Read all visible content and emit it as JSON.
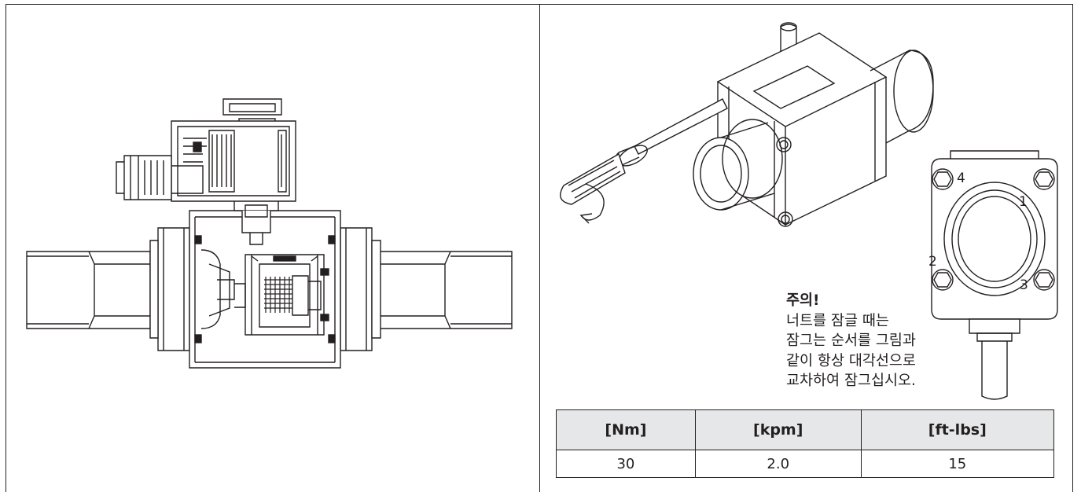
{
  "caution": {
    "title": "주의!",
    "lines": [
      "너트를 잠글 때는",
      "잠그는 순서를 그림과",
      "같이 항상 대각선으로",
      "교차하여 잠그십시오."
    ]
  },
  "bolt_order": [
    "1",
    "2",
    "3",
    "4"
  ],
  "torque_table": {
    "headers": [
      "[Nm]",
      "[kpm]",
      "[ft-lbs]"
    ],
    "values": [
      "30",
      "2.0",
      "15"
    ]
  },
  "colors": {
    "line": "#231f20",
    "header_fill": "#e6e7e8"
  }
}
